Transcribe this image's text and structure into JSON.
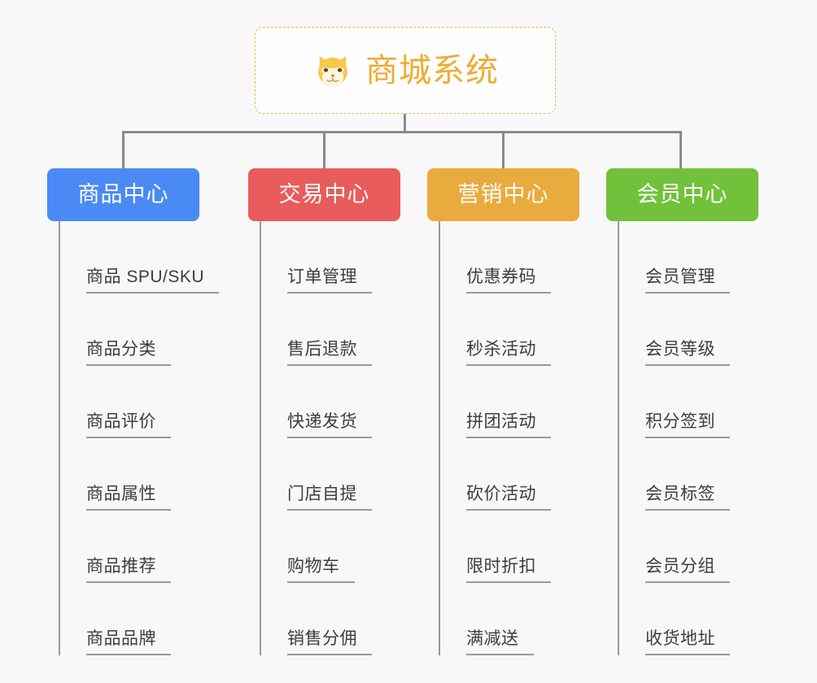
{
  "root": {
    "title": "商城系统",
    "icon": "shiba-dog-face-icon",
    "border_color": "#efb95c",
    "text_color": "#f0ab30",
    "background": "#fefefe"
  },
  "canvas": {
    "background": "#f8f8f8",
    "connector_color": "#8a8a8a"
  },
  "branches": [
    {
      "label": "商品中心",
      "color": "#4a8af4",
      "items": [
        "商品 SPU/SKU",
        "商品分类",
        "商品评价",
        "商品属性",
        "商品推荐",
        "商品品牌"
      ]
    },
    {
      "label": "交易中心",
      "color": "#e85c5c",
      "items": [
        "订单管理",
        "售后退款",
        "快递发货",
        "门店自提",
        "购物车",
        "销售分佣"
      ]
    },
    {
      "label": "营销中心",
      "color": "#eaab3e",
      "items": [
        "优惠券码",
        "秒杀活动",
        "拼团活动",
        "砍价活动",
        "限时折扣",
        "满减送"
      ]
    },
    {
      "label": "会员中心",
      "color": "#72c13b",
      "items": [
        "会员管理",
        "会员等级",
        "积分签到",
        "会员标签",
        "会员分组",
        "收货地址"
      ]
    }
  ]
}
